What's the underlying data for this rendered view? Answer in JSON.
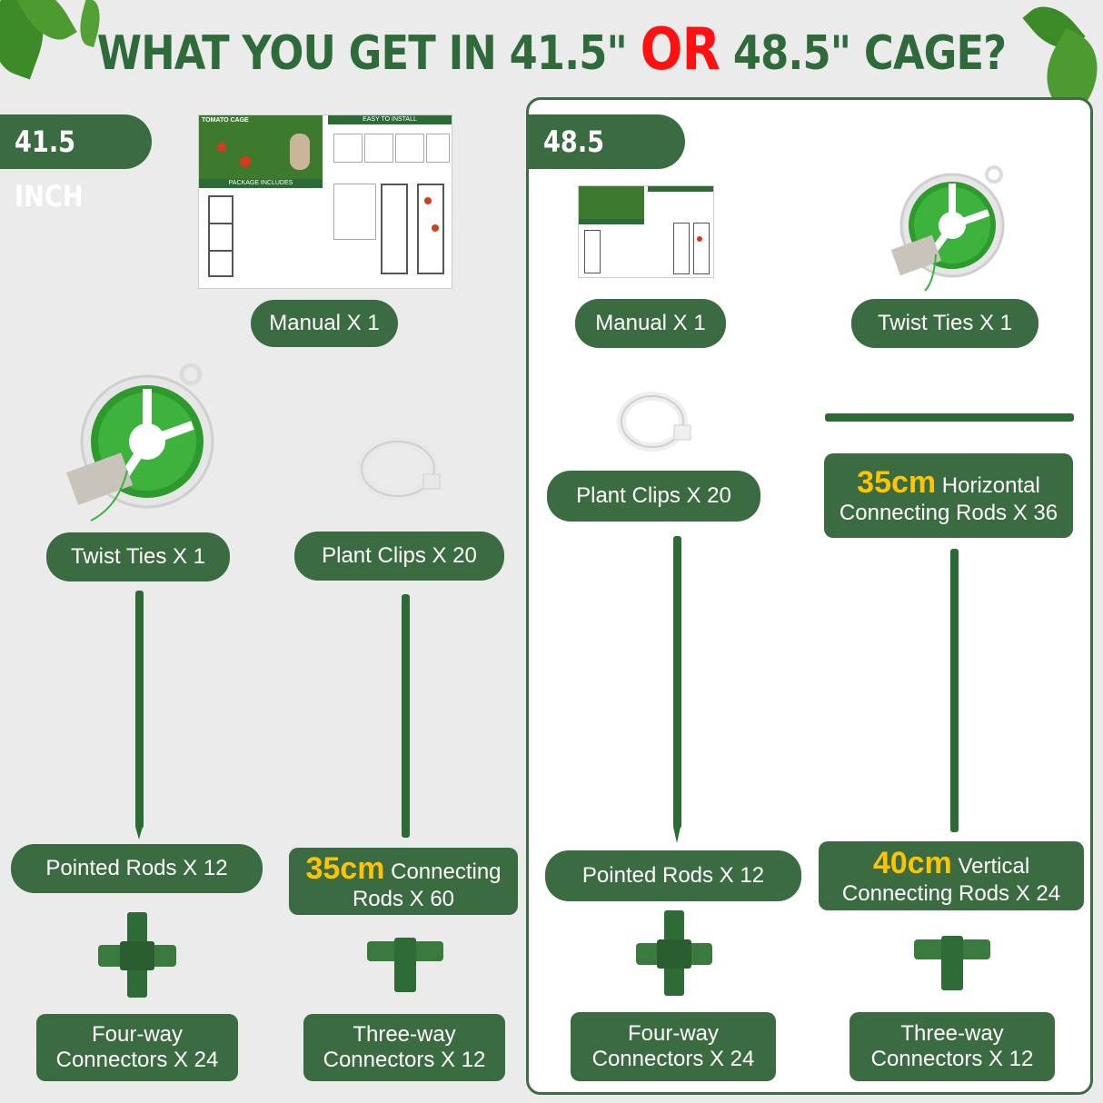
{
  "title": {
    "part1": "WHAT YOU GET IN 41.5\"",
    "or": "OR",
    "part2": "48.5\" CAGE?"
  },
  "colors": {
    "green": "#3b6b40",
    "red": "#ff1111",
    "highlight": "#ffc400"
  },
  "left": {
    "size_label": "41.5 INCH",
    "manual": "Manual X 1",
    "twist_ties": "Twist Ties X 1",
    "plant_clips": "Plant Clips X 20",
    "pointed_rods": "Pointed Rods X 12",
    "connecting_rods": {
      "size": "35cm",
      "line1": "Connecting",
      "line2": "Rods X 60"
    },
    "four_way": {
      "line1": "Four-way",
      "line2": "Connectors X 24"
    },
    "three_way": {
      "line1": "Three-way",
      "line2": "Connectors X 12"
    }
  },
  "right": {
    "size_label": "48.5 INCH",
    "manual": "Manual X 1",
    "twist_ties": "Twist Ties X 1",
    "plant_clips": "Plant Clips X 20",
    "horizontal_rods": {
      "size": "35cm",
      "line1": "Horizontal",
      "line2": "Connecting Rods X 36"
    },
    "pointed_rods": "Pointed Rods X 12",
    "vertical_rods": {
      "size": "40cm",
      "line1": "Vertical",
      "line2": "Connecting Rods X 24"
    },
    "four_way": {
      "line1": "Four-way",
      "line2": "Connectors X 24"
    },
    "three_way": {
      "line1": "Three-way",
      "line2": "Connectors X 12"
    }
  },
  "manual_thumbnail": {
    "left_header": "TOMATO CAGE",
    "package_header": "PACKAGE INCLUDES",
    "install_header": "EASY TO INSTALL"
  }
}
